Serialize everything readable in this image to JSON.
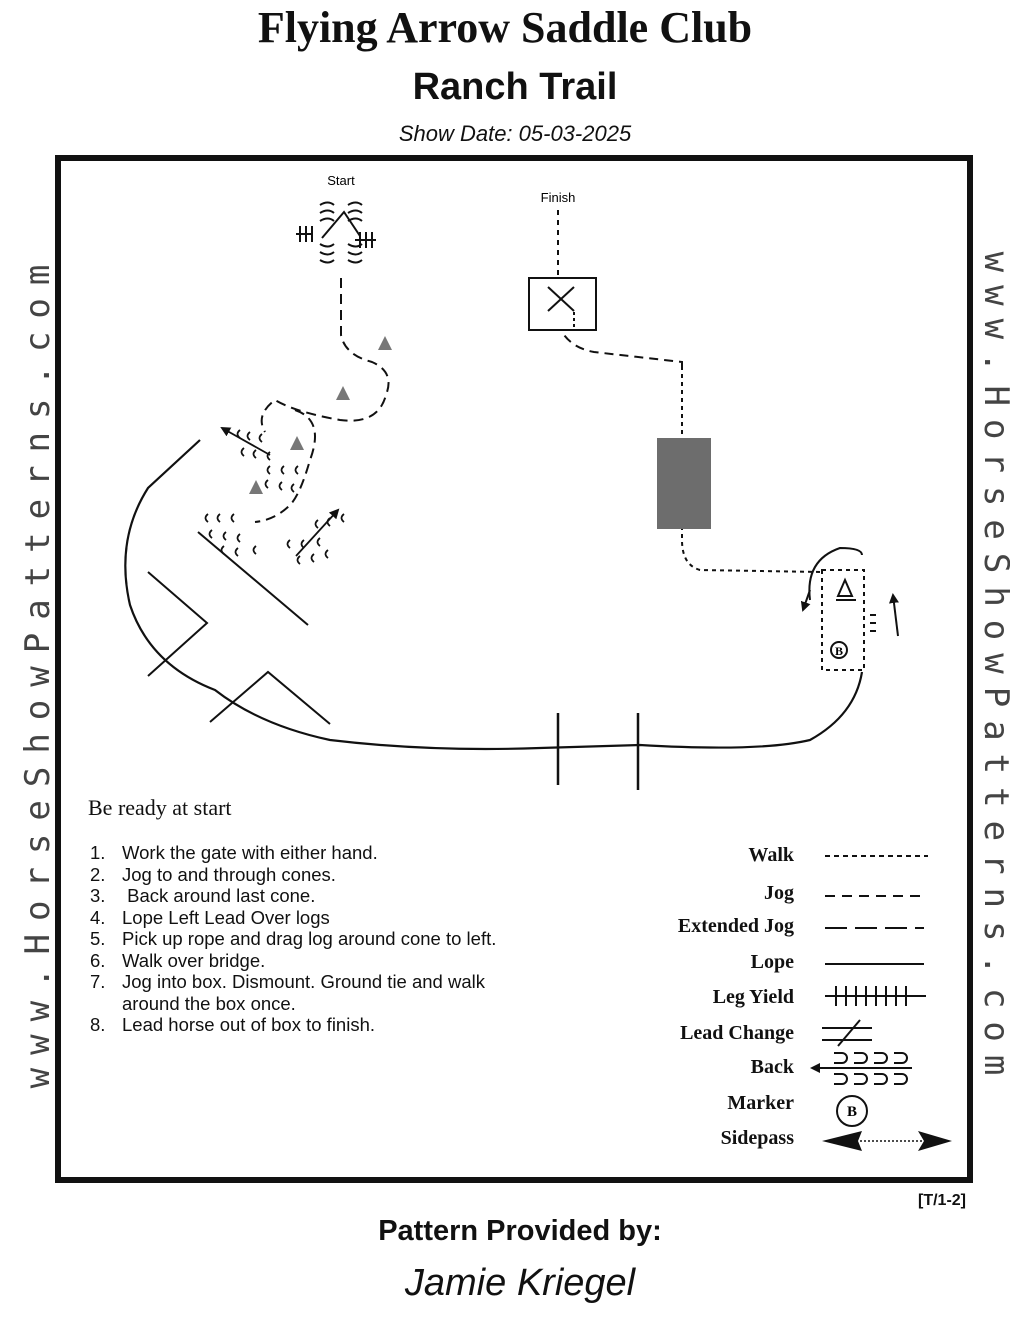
{
  "header": {
    "club_name": "Flying Arrow Saddle Club",
    "class_name": "Ranch Trail",
    "show_date": "Show Date: 05-03-2025"
  },
  "watermark": {
    "text": "www.HorseShowPatterns.com"
  },
  "diagram": {
    "start_label": "Start",
    "finish_label": "Finish",
    "marker_letter": "B"
  },
  "instructions": {
    "intro": "Be ready at start",
    "steps": [
      {
        "num": "1.",
        "text": "Work the gate with either hand."
      },
      {
        "num": "2.",
        "text": "Jog to and through cones."
      },
      {
        "num": "3.",
        "text": " Back around last cone."
      },
      {
        "num": "4.",
        "text": "Lope Left Lead Over logs"
      },
      {
        "num": "5.",
        "text": "Pick up rope and drag log around cone to left."
      },
      {
        "num": "6.",
        "text": "Walk over bridge."
      },
      {
        "num": "7.",
        "text": "Jog into box. Dismount. Ground tie and walk around the box once."
      },
      {
        "num": "8.",
        "text": "Lead horse out of box to finish."
      }
    ]
  },
  "legend": {
    "items": [
      {
        "label": "Walk",
        "icon": "walk-line"
      },
      {
        "label": "Jog",
        "icon": "jog-line"
      },
      {
        "label": "Extended Jog",
        "icon": "extended-jog-line"
      },
      {
        "label": "Lope",
        "icon": "lope-line"
      },
      {
        "label": "Leg Yield",
        "icon": "leg-yield-line"
      },
      {
        "label": "Lead Change",
        "icon": "lead-change-symbol"
      },
      {
        "label": "Back",
        "icon": "back-symbol"
      },
      {
        "label": "Marker",
        "icon": "marker-symbol"
      },
      {
        "label": "Sidepass",
        "icon": "sidepass-arrow"
      }
    ],
    "marker_letter": "B"
  },
  "footer": {
    "pattern_code": "[T/1-2]",
    "provided_by_label": "Pattern Provided by:",
    "provider_name": "Jamie Kriegel"
  }
}
